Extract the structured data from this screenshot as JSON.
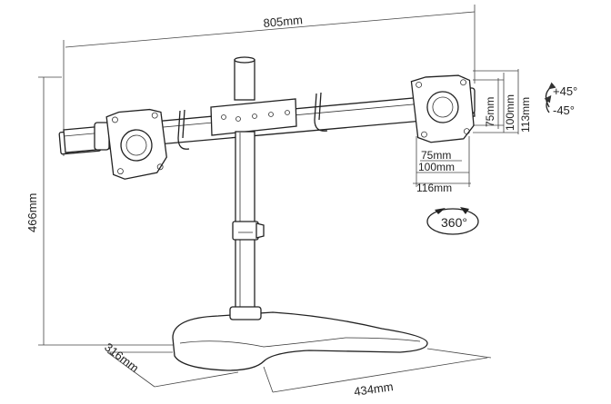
{
  "dimensions": {
    "width_total": "805mm",
    "height_total": "466mm",
    "base_depth": "316mm",
    "base_width": "434mm",
    "vesa_h_75": "75mm",
    "vesa_h_100": "100mm",
    "vesa_h_116": "116mm",
    "vesa_v_75": "75mm",
    "vesa_v_100": "100mm",
    "vesa_v_113": "113mm"
  },
  "rotation": {
    "tilt_up": "+45°",
    "tilt_down": "-45°",
    "swivel": "360°"
  }
}
